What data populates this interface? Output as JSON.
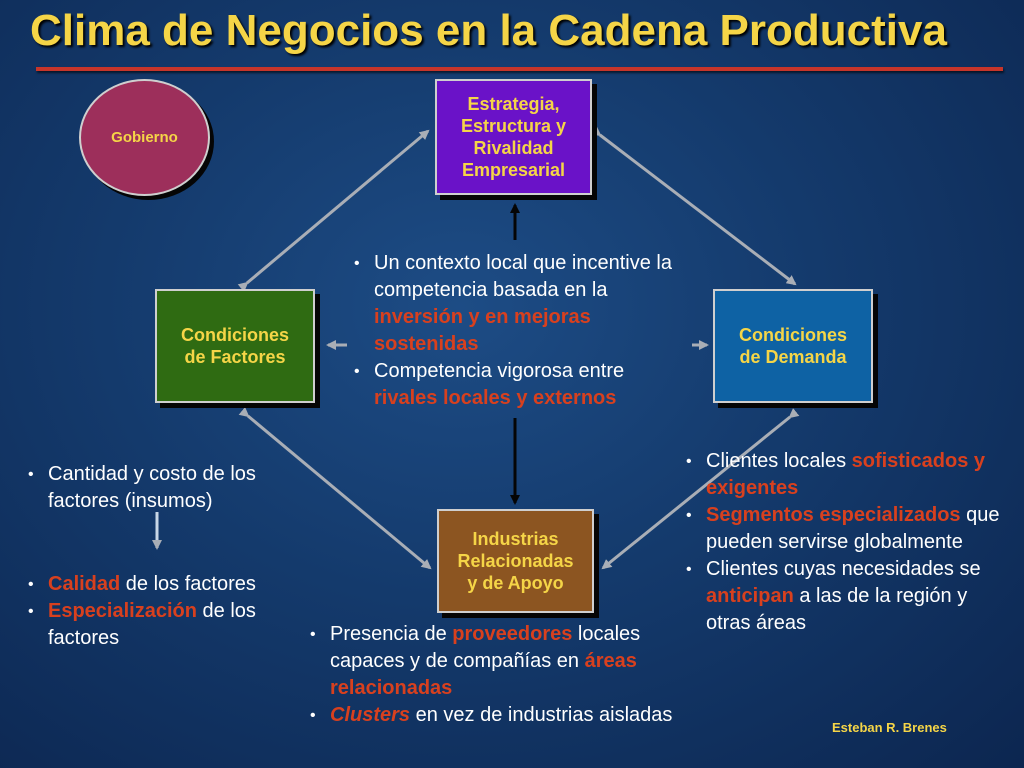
{
  "title": "Clima de Negocios en la Cadena Productiva",
  "gobierno": "Gobierno",
  "boxes": {
    "estrategia": [
      "Estrategia,",
      "Estructura y",
      "Rivalidad",
      "Empresarial"
    ],
    "factores": [
      "Condiciones",
      "de Factores"
    ],
    "demanda": [
      "Condiciones",
      "de Demanda"
    ],
    "industrias": [
      "Industrias",
      "Relacionadas",
      "y de Apoyo"
    ]
  },
  "center_list": {
    "item1": {
      "a": "Un contexto local que incentive la competencia basada en la ",
      "b": "inversión y en mejoras sostenidas"
    },
    "item2": {
      "a": "Competencia vigorosa entre ",
      "b": "rivales locales y externos"
    }
  },
  "factores_list": {
    "item1": "Cantidad y costo de los factores (insumos)",
    "item2": {
      "a": "Calidad",
      "b": " de los factores"
    },
    "item3": {
      "a": "Especialización",
      "b": " de los factores"
    }
  },
  "demanda_list": {
    "item1": {
      "a": "Clientes locales ",
      "b": "sofisticados y exigentes"
    },
    "item2": {
      "a": "Segmentos especializados",
      "b": " que pueden servirse globalmente"
    },
    "item3": {
      "a": "Clientes cuyas necesidades se  ",
      "b": "anticipan",
      "c": " a las de la región y otras áreas"
    }
  },
  "industrias_list": {
    "item1": {
      "a": "Presencia de ",
      "b": "proveedores",
      "c": "  locales capaces y de compañías en ",
      "d": "áreas relacionadas"
    },
    "item2": {
      "a": "Clusters",
      "b": " en vez de industrias aisladas"
    }
  },
  "author": "Esteban R. Brenes",
  "colors": {
    "title": "#f5d547",
    "highlight": "#d8401e",
    "rule": "#c7352a",
    "background": "#143a6c"
  }
}
